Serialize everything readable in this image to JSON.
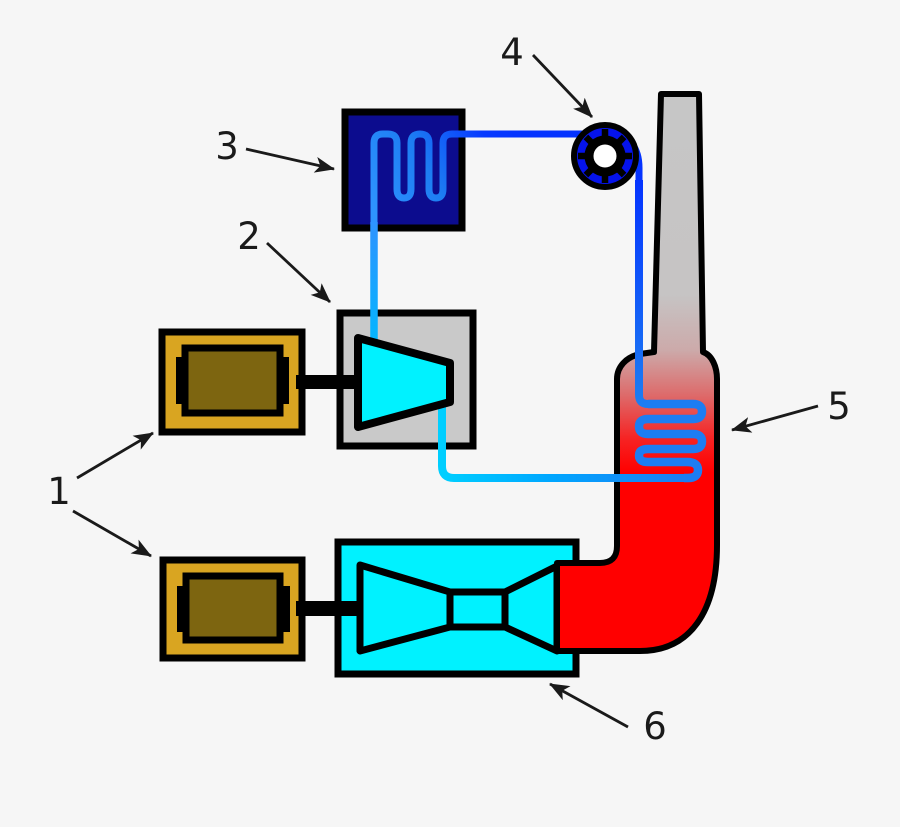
{
  "figure": {
    "type": "thermodynamic-cycle-diagram",
    "labels": [
      {
        "text": "1"
      },
      {
        "text": "2"
      },
      {
        "text": "3"
      },
      {
        "text": "4"
      },
      {
        "text": "5"
      },
      {
        "text": "6"
      }
    ],
    "colors": {
      "background": "#f6f6f6",
      "label_ink": "#1a1a1a",
      "outline": "#000000",
      "generator_body": "#d9a521",
      "generator_core": "#7d6510",
      "turbine_casing_gray": "#c9c9c9",
      "cyan": "#00f2ff",
      "condenser_navy": "#0c0c8e",
      "pump_blue": "#0513ec",
      "pipe_dark_blue": "#0433ff",
      "pipe_medium_blue": "#1d7df2",
      "pipe_cyan": "#00cfff",
      "pipe_sky_blue": "#2e93ff",
      "exhaust_red": "#ff0000",
      "stack_gray": "#c6c6c6"
    }
  }
}
